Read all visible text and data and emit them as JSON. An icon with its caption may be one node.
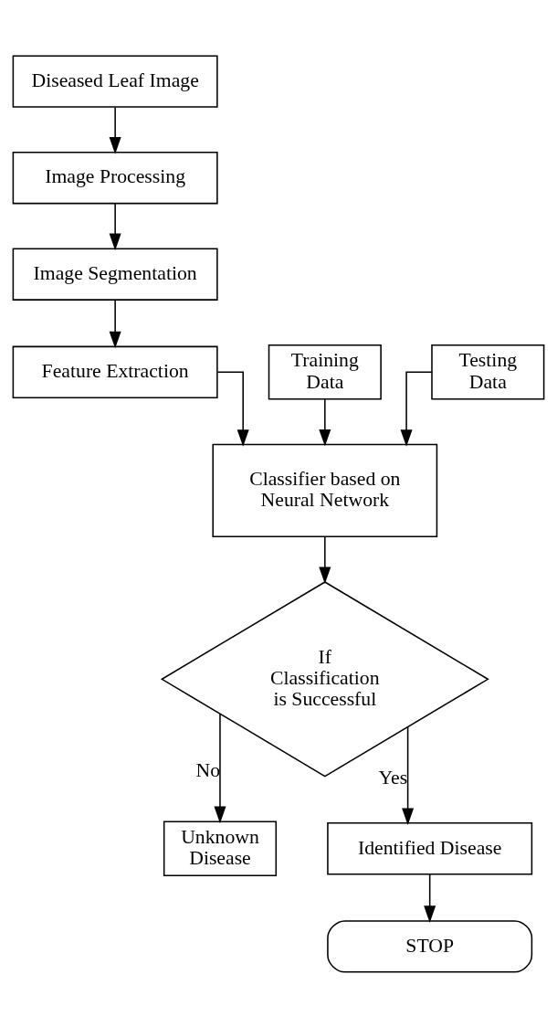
{
  "diagram": {
    "nodes": [
      {
        "text": [
          "Diseased Leaf Image"
        ]
      },
      {
        "text": [
          "Image Processing"
        ]
      },
      {
        "text": [
          "Image Segmentation"
        ]
      },
      {
        "text": [
          "Training Data"
        ]
      },
      {
        "text": [
          "Feature Extraction"
        ]
      },
      {
        "text": [
          "Testing Data"
        ]
      },
      {
        "text": [
          "Classifier based on Neural Network"
        ]
      },
      {
        "text": [
          "If Classification is Successful"
        ]
      },
      {
        "text": [
          "Unknown Disease"
        ]
      },
      {
        "text": [
          "Identified Disease"
        ]
      },
      {
        "text": [
          "STOP"
        ]
      }
    ],
    "edges": [
      {
        "from": 0,
        "to": 1,
        "arrow": "to"
      },
      {
        "from": 1,
        "to": 2,
        "arrow": "to"
      },
      {
        "from": 2,
        "to": 4,
        "arrow": "to"
      },
      {
        "from": 3,
        "to": 6,
        "arrow": "to"
      },
      {
        "from": 4,
        "to": 6,
        "arrow": "to"
      },
      {
        "from": 5,
        "to": 6,
        "arrow": "to"
      },
      {
        "from": 6,
        "to": 7,
        "arrow": "to"
      },
      {
        "from": 7,
        "to": 8,
        "label": "No",
        "arrow": "to"
      },
      {
        "from": 7,
        "to": 9,
        "label": "Yes",
        "arrow": "to"
      },
      {
        "from": 9,
        "to": 10,
        "arrow": "to"
      }
    ]
  }
}
